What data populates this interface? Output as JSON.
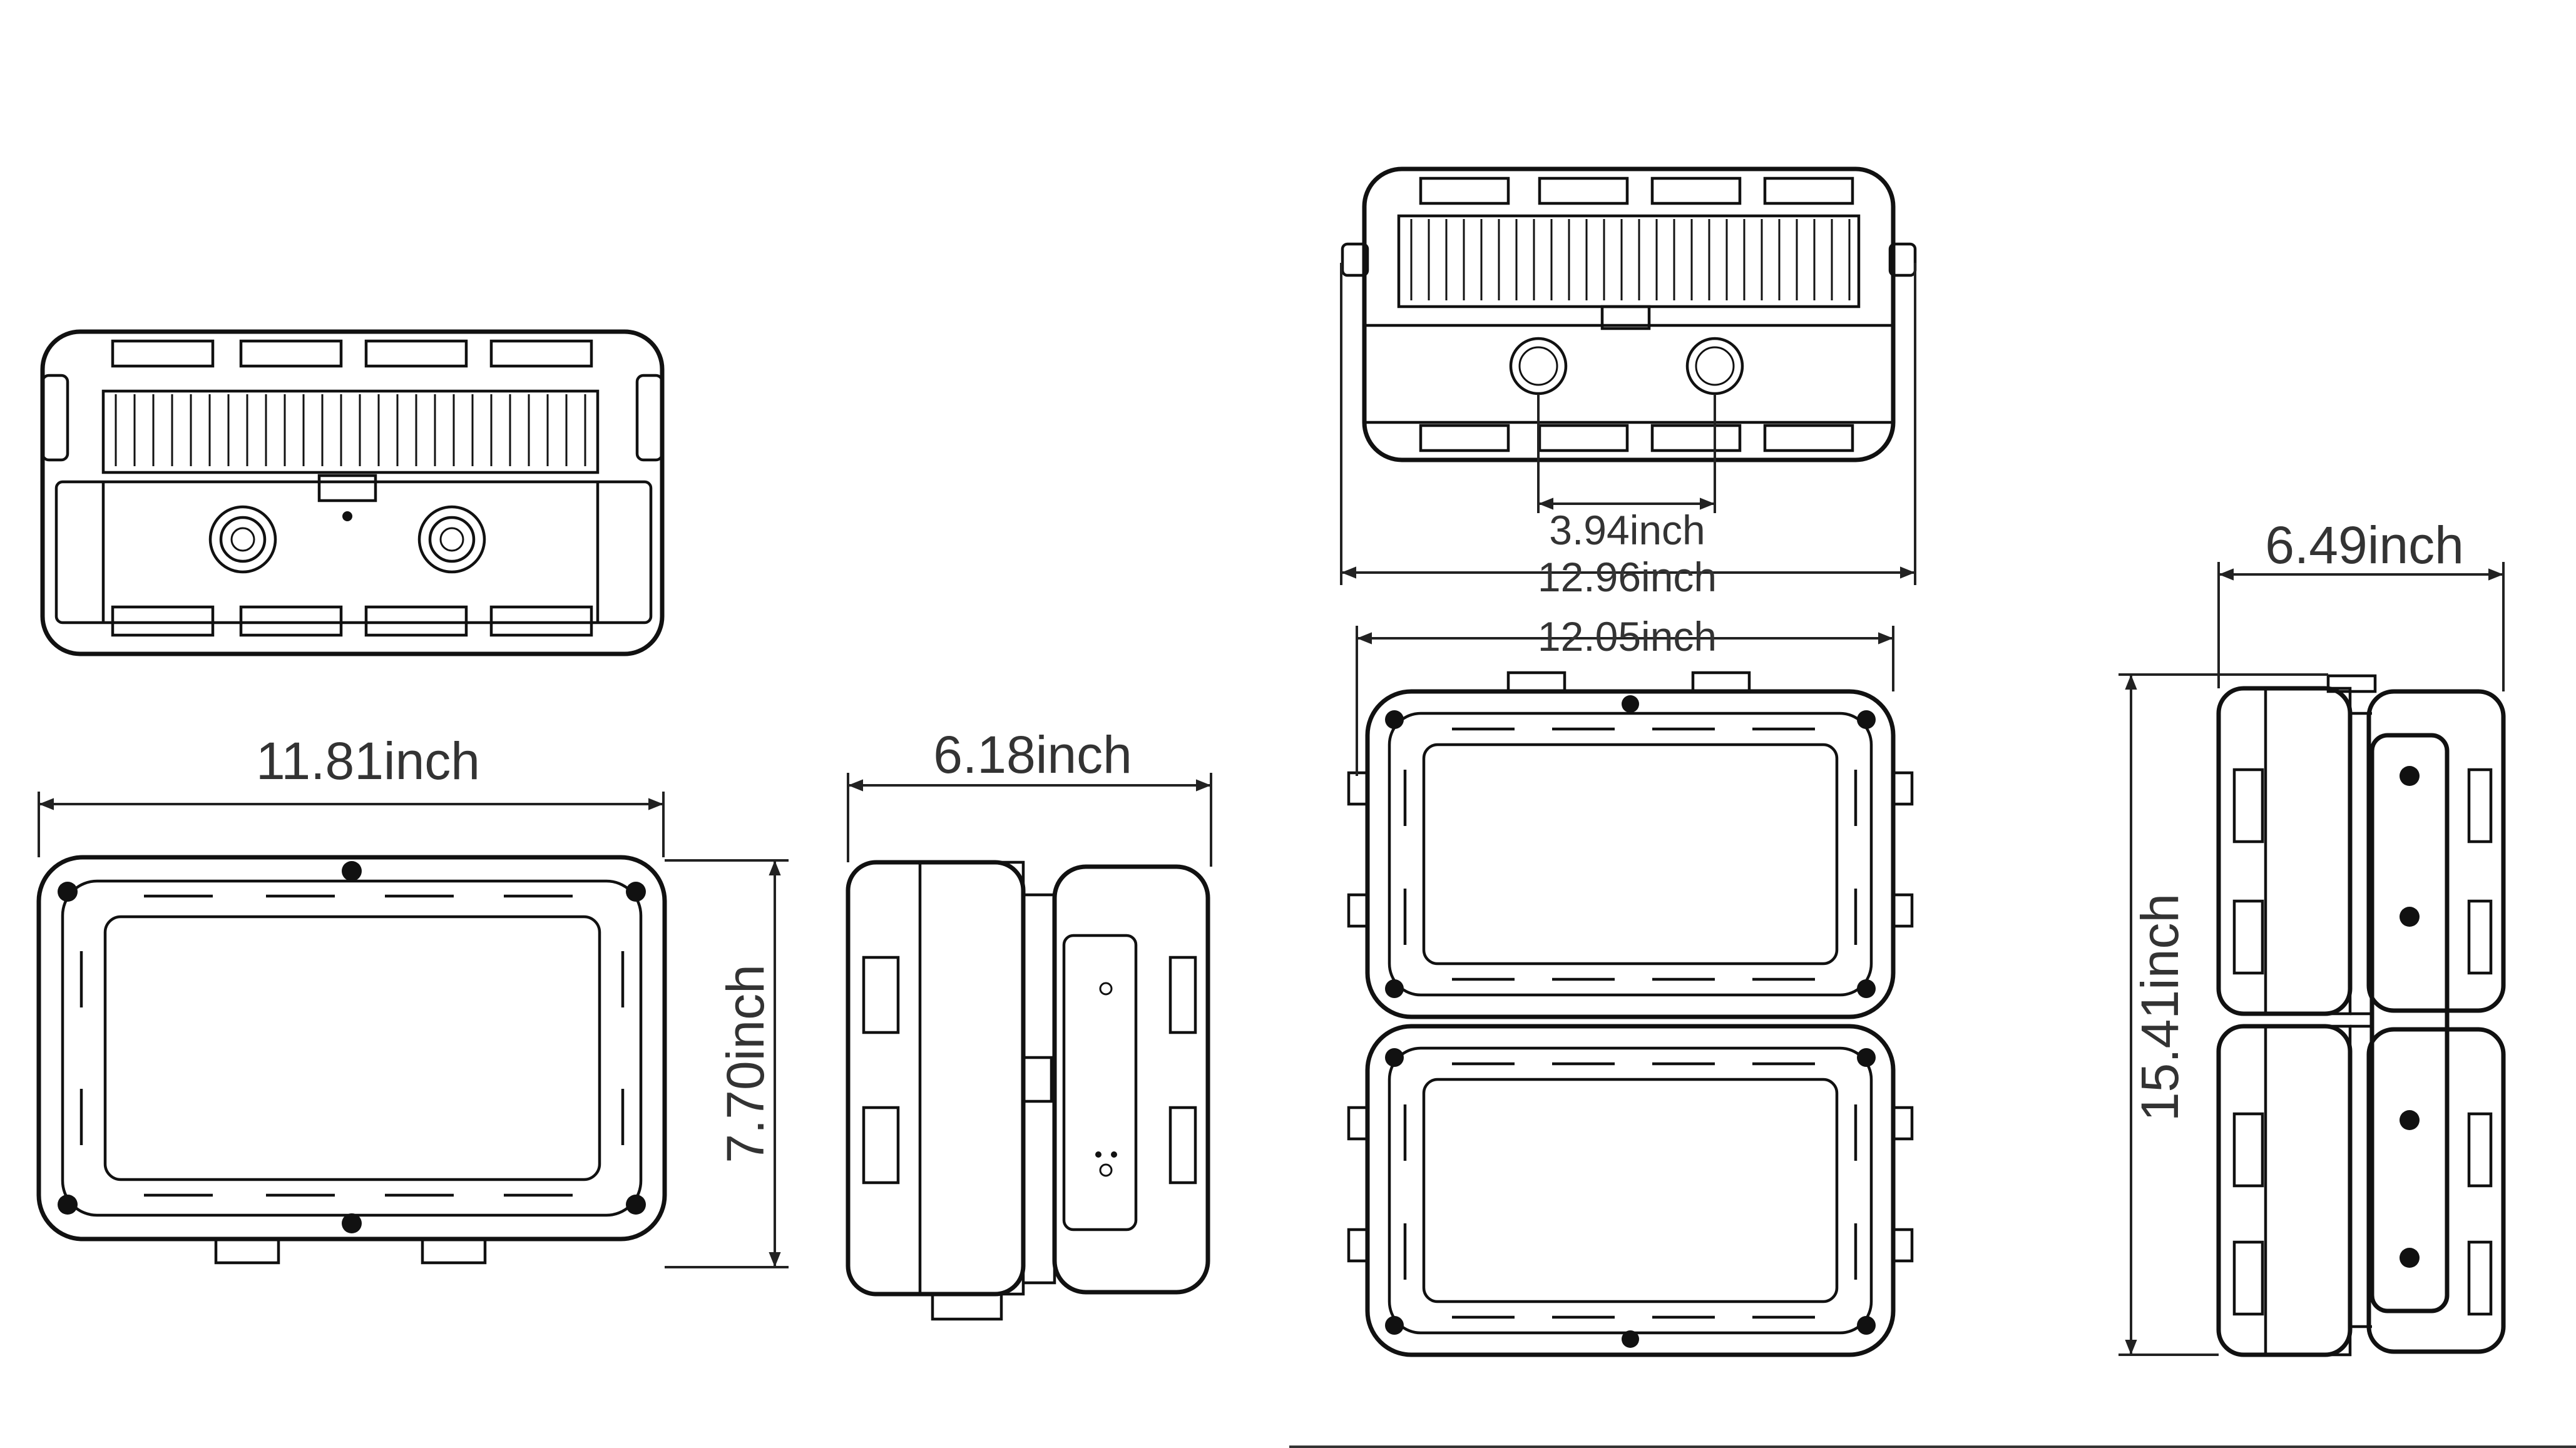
{
  "dimensions": {
    "front_width": "11.81inch",
    "front_height": "7.70inch",
    "side_depth": "6.18inch",
    "top_connector_spacing": "3.94inch",
    "top_overall_width": "12.96inch",
    "double_width": "12.05inch",
    "double_side_depth": "6.49inch",
    "double_height": "15.41inch"
  }
}
